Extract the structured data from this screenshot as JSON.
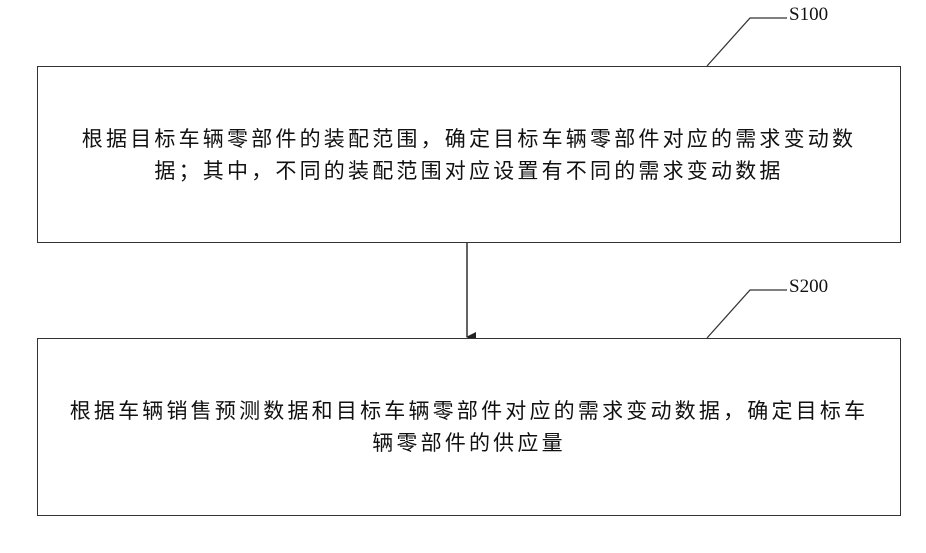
{
  "steps": [
    {
      "label": "S100",
      "text": "根据目标车辆零部件的装配范围，确定目标车辆零部件对应的需求变动数据；其中，不同的装配范围对应设置有不同的需求变动数据"
    },
    {
      "label": "S200",
      "text": "根据车辆销售预测数据和目标车辆零部件对应的需求变动数据，确定目标车辆零部件的供应量"
    }
  ]
}
